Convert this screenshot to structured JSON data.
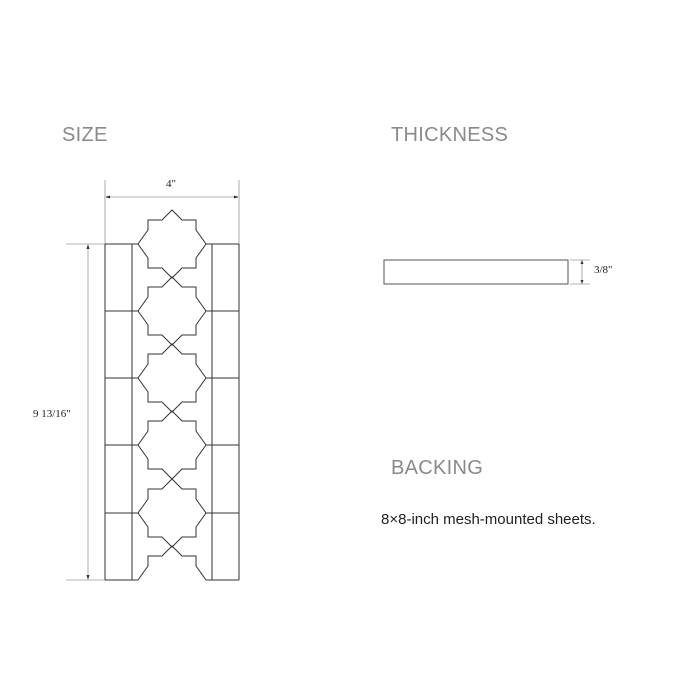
{
  "size": {
    "heading": "SIZE",
    "width_label": "4\"",
    "height_label": "9 13/16\""
  },
  "thickness": {
    "heading": "THICKNESS",
    "label": "3/8\""
  },
  "backing": {
    "heading": "BACKING",
    "text": "8×8-inch mesh-mounted sheets."
  },
  "colors": {
    "heading": "#8a8a8a",
    "line": "#333333",
    "dim": "#999999"
  }
}
